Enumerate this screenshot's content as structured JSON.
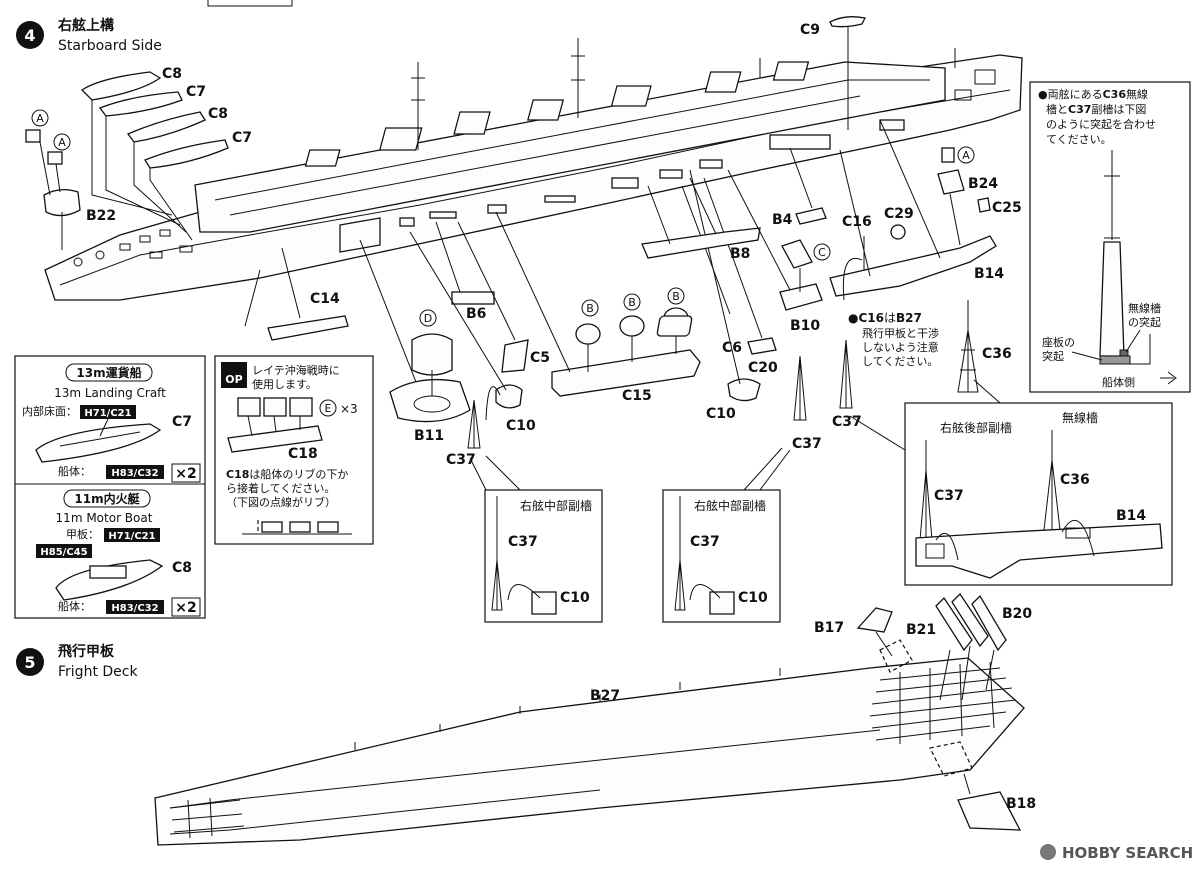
{
  "step4": {
    "number": "4",
    "title_jp": "右舷上構",
    "title_en": "Starboard Side"
  },
  "step5": {
    "number": "5",
    "title_jp": "飛行甲板",
    "title_en": "Fright Deck"
  },
  "parts": {
    "c9": "C9",
    "c8a": "C8",
    "c7a": "C7",
    "c8b": "C8",
    "c7b": "C7",
    "b22": "B22",
    "c14": "C14",
    "b6": "B6",
    "c5": "C5",
    "b11": "B11",
    "c10a": "C10",
    "c37a": "C37",
    "c15": "C15",
    "c6": "C6",
    "c20": "C20",
    "c10b": "C10",
    "c37b": "C37",
    "b4": "B4",
    "b8": "B8",
    "b10": "B10",
    "c16": "C16",
    "c29": "C29",
    "b24": "B24",
    "c25": "C25",
    "b14": "B14",
    "c37c": "C37",
    "c36": "C36",
    "c18": "C18",
    "b17": "B17",
    "b21": "B21",
    "b20": "B20",
    "b27": "B27",
    "b18": "B18"
  },
  "attach_markers": {
    "a1": "A",
    "a2": "A",
    "a3": "A",
    "b1": "B",
    "b2": "B",
    "b3": "B",
    "c": "C",
    "d": "D",
    "e": "E"
  },
  "boats_box": {
    "landing_craft_jp": "13m運貨船",
    "landing_craft_en": "13m Landing Craft",
    "inner_floor_label": "内部床面：",
    "inner_floor_code": "H71/C21",
    "hull_label_1": "船体：",
    "hull_code_1": "H83/C32",
    "part_c7": "C7",
    "qty_1": "×2",
    "motor_boat_jp": "11m内火艇",
    "motor_boat_en": "11m Motor Boat",
    "deck_label": "甲板：",
    "deck_code": "H71/C21",
    "side_code": "H85/C45",
    "part_c8": "C8",
    "hull_label_2": "船体：",
    "hull_code_2": "H83/C32",
    "qty_2": "×2"
  },
  "op_box": {
    "op_mark": "OP",
    "note_line1": "レイテ沖海戦時に",
    "note_line2": "使用します。",
    "times": "×3",
    "c18_label": "C18",
    "rib_line1_part": "C18",
    "rib_line1_rest": "は船体のリブの下か",
    "rib_line2": "ら接着してください。",
    "rib_line3": "（下図の点線がリブ）"
  },
  "c16_note": {
    "part_a": "C16",
    "connector": "は",
    "part_b": "B27",
    "line2": "飛行甲板と干渉",
    "line3": "しないよう注意",
    "line4": "してください。"
  },
  "top_right_note": {
    "line1_pre": "●両舷にある",
    "line1_part": "C36",
    "line1_post": "無線",
    "line2_pre": "檣と",
    "line2_part": "C37",
    "line2_post": "副檣は下図",
    "line3": "のように突起を合わせ",
    "line4": "てください。",
    "mast_callout_1": "無線檣",
    "mast_callout_2": "の突起",
    "base_callout_1": "座板の",
    "base_callout_2": "突起",
    "hull_side": "船体側"
  },
  "mid_mast_left": {
    "title": "右舷中部副檣",
    "part_mast": "C37",
    "part_base": "C10"
  },
  "mid_mast_right": {
    "title": "右舷中部副檣",
    "part_mast": "C37",
    "part_base": "C10"
  },
  "rear_mast_box": {
    "title_left": "右舷後部副檣",
    "title_right": "無線檣",
    "part_left": "C37",
    "part_right": "C36",
    "part_base": "B14"
  },
  "watermark": {
    "brand": "HOBBY SEARCH"
  }
}
